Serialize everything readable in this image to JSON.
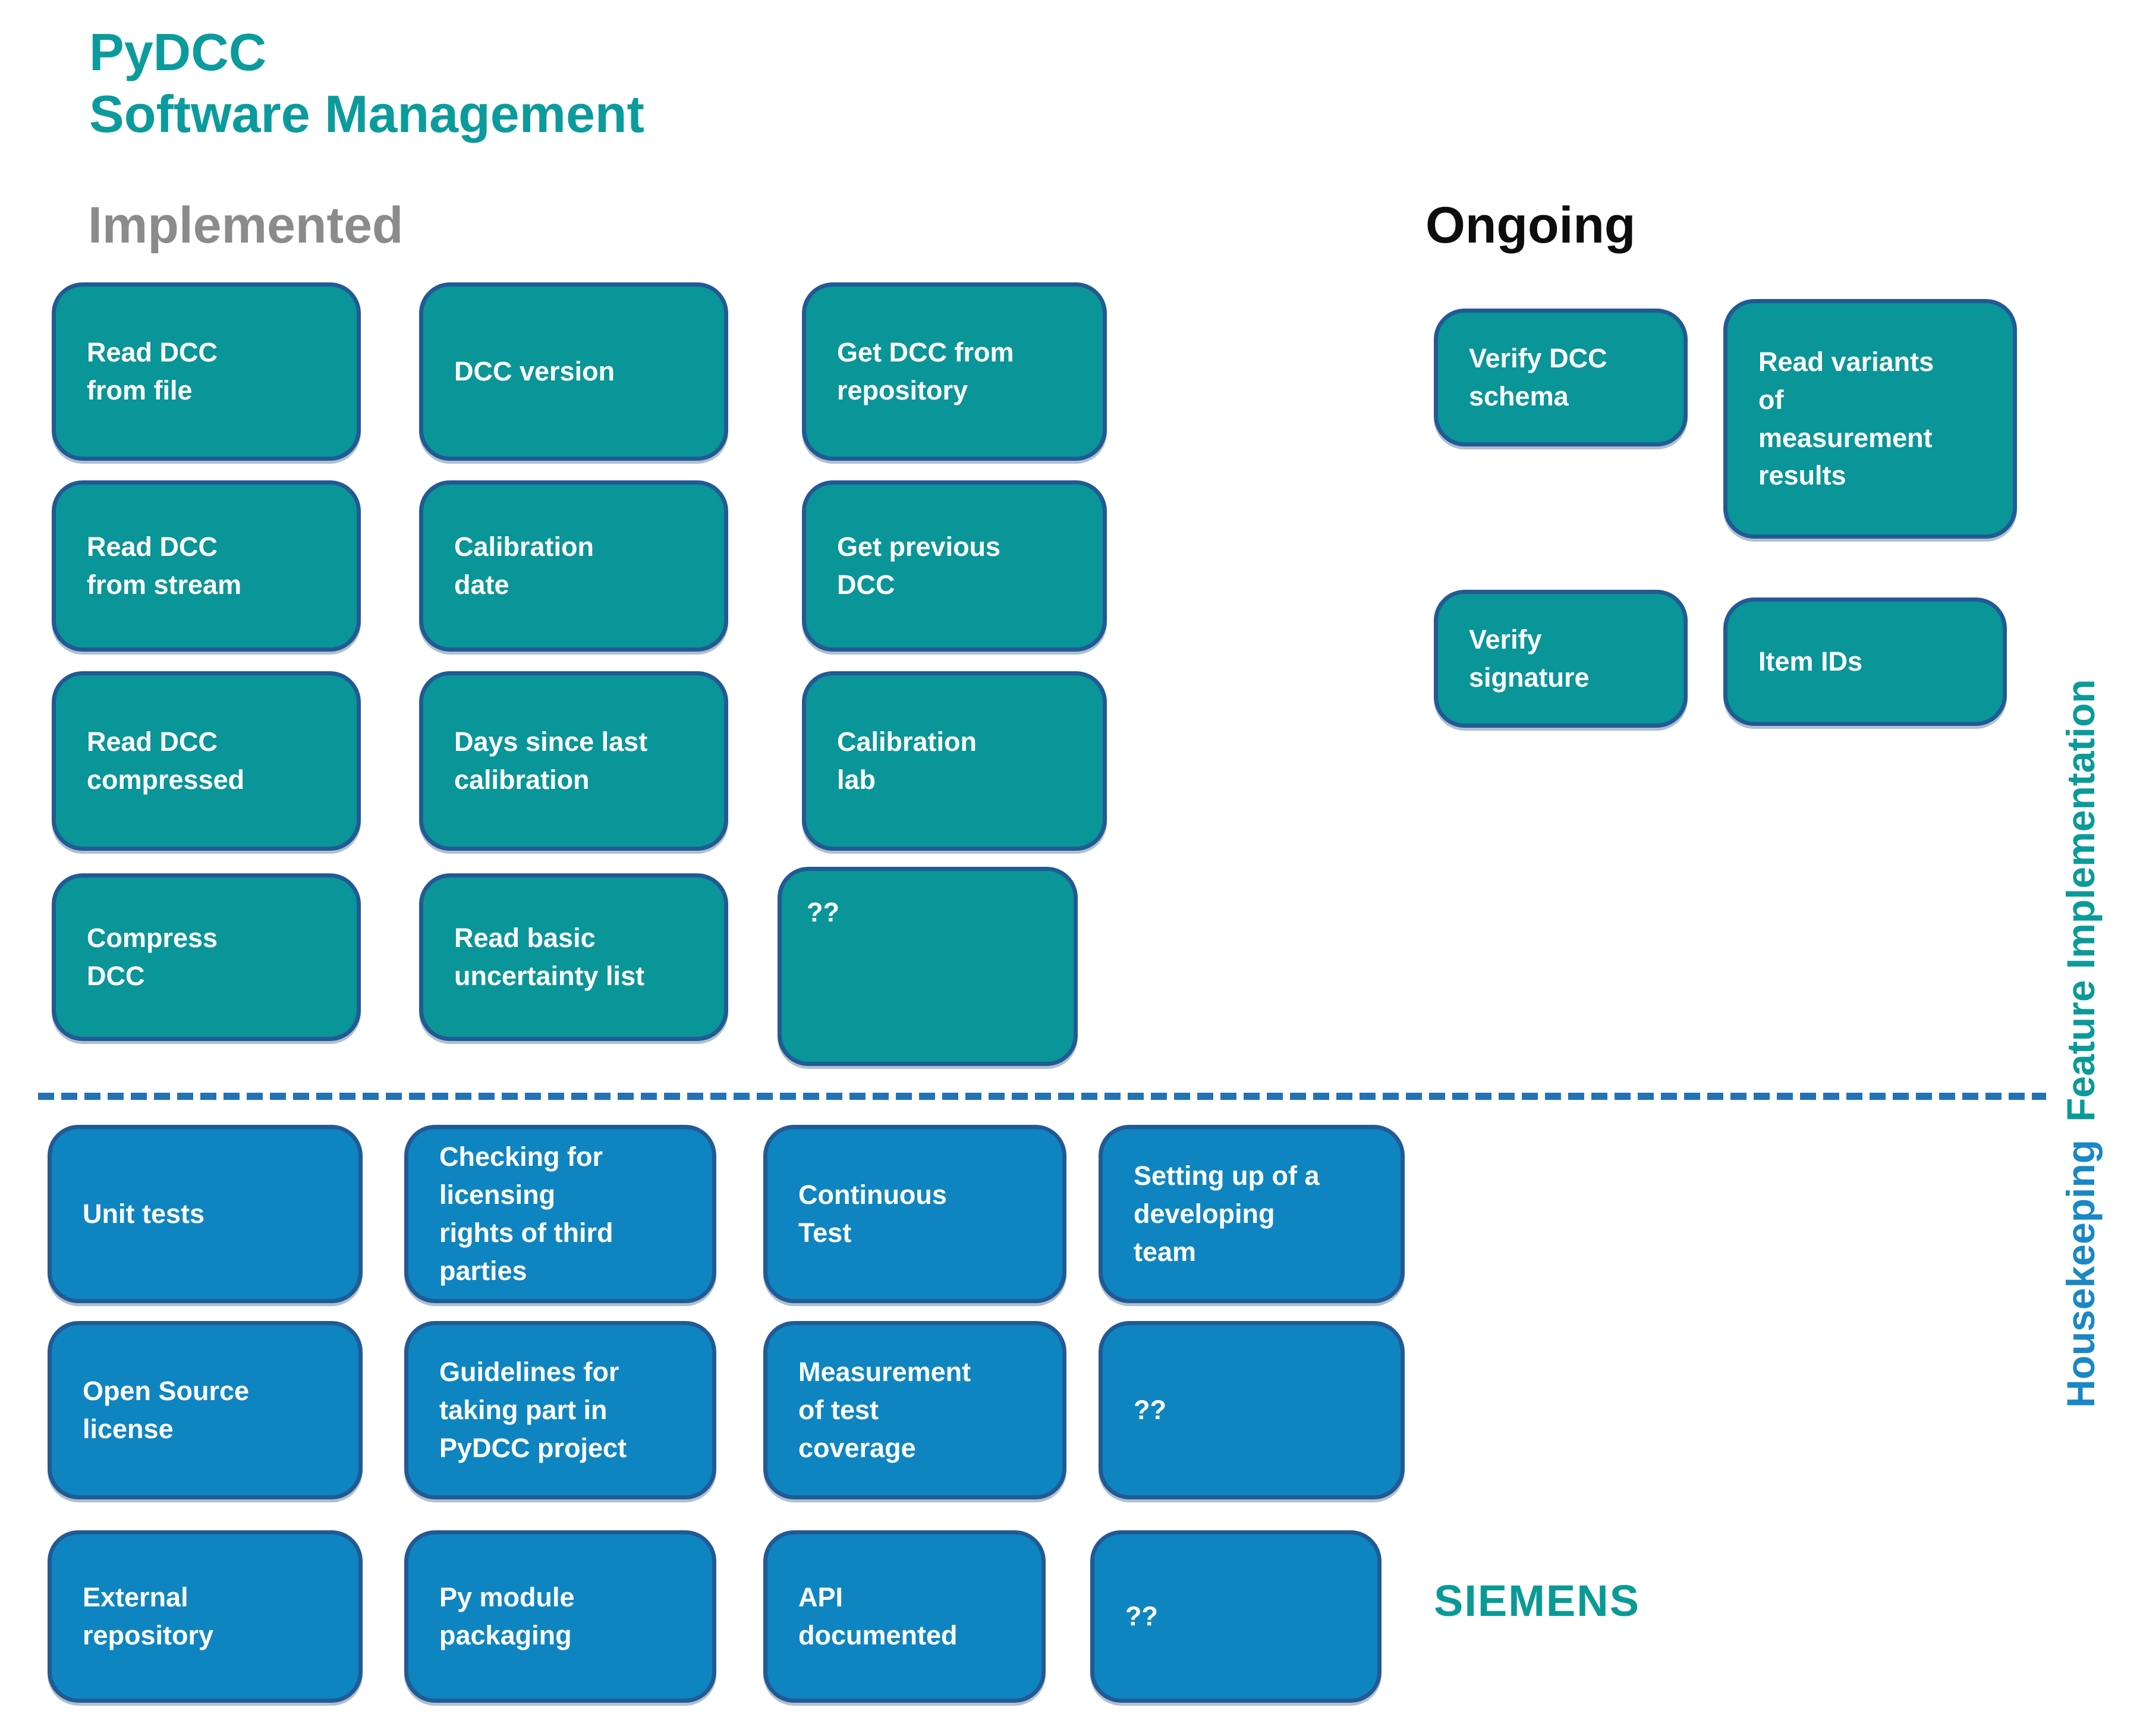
{
  "title": {
    "line1": "PyDCC",
    "line2": "Software Management"
  },
  "sections": {
    "implemented": {
      "heading": "Implemented",
      "boxes": [
        {
          "label": "Read DCC\nfrom file"
        },
        {
          "label": "DCC version"
        },
        {
          "label": "Get DCC from\nrepository"
        },
        {
          "label": "Read DCC\nfrom stream"
        },
        {
          "label": "Calibration\ndate"
        },
        {
          "label": "Get previous\nDCC"
        },
        {
          "label": "Read DCC\ncompressed"
        },
        {
          "label": "Days since last\ncalibration"
        },
        {
          "label": "Calibration\nlab"
        },
        {
          "label": "Compress\nDCC"
        },
        {
          "label": "Read basic\nuncertainty list"
        },
        {
          "label": "??"
        }
      ]
    },
    "ongoing": {
      "heading": "Ongoing",
      "boxes": [
        {
          "label": "Verify DCC\nschema"
        },
        {
          "label": "Read variants\nof\nmeasurement\nresults"
        },
        {
          "label": "Verify\nsignature"
        },
        {
          "label": "Item IDs"
        }
      ]
    },
    "housekeeping": {
      "boxes": [
        {
          "label": "Unit tests"
        },
        {
          "label": "Checking for\nlicensing\nrights of third\nparties"
        },
        {
          "label": "Continuous\nTest"
        },
        {
          "label": "Setting up of a\ndeveloping\nteam"
        },
        {
          "label": "Open Source\nlicense"
        },
        {
          "label": "Guidelines for\ntaking part in\nPyDCC project"
        },
        {
          "label": "Measurement\nof test\ncoverage"
        },
        {
          "label": "??"
        },
        {
          "label": "External\nrepository"
        },
        {
          "label": "Py module\npackaging"
        },
        {
          "label": "API\ndocumented"
        },
        {
          "label": "??"
        }
      ]
    }
  },
  "side_label": {
    "housekeeping": "Housekeeping",
    "feature_implementation": "Feature Implementation"
  },
  "logo_text": "SIEMENS",
  "colors": {
    "implemented_box_fill": "#0a9598",
    "housekeeping_box_fill": "#0e85c1",
    "box_border": "#215a94",
    "box_text": "#ffffff",
    "title": "#0b9b9c",
    "implemented_heading": "#8b8b8b",
    "ongoing_heading": "#0d0d0d",
    "dashed_divider": "#2272b4",
    "side_housekeeping": "#1a87c6",
    "side_feature_implementation": "#0b9a9a",
    "logo": "#0a9a96"
  }
}
